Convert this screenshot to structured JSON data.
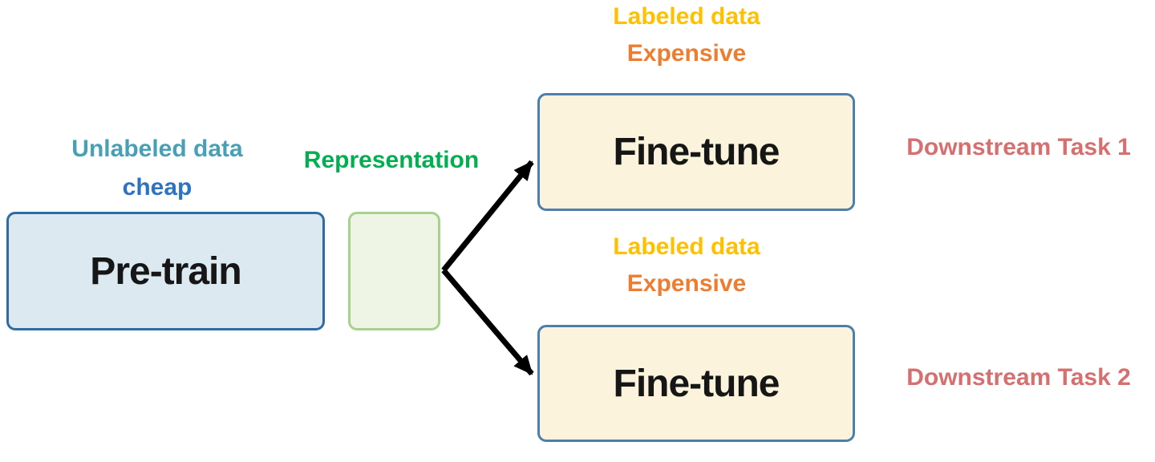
{
  "diagram": {
    "labels": {
      "unlabeled_data": "Unlabeled data",
      "cheap": "cheap",
      "representation": "Representation",
      "labeled_data_top": "Labeled data",
      "expensive_top": "Expensive",
      "labeled_data_bottom": "Labeled data",
      "expensive_bottom": "Expensive",
      "downstream_task_1": "Downstream Task 1",
      "downstream_task_2": "Downstream Task 2"
    },
    "nodes": {
      "pretrain": "Pre-train",
      "finetune_1": "Fine-tune",
      "finetune_2": "Fine-tune"
    },
    "colors": {
      "unlabeled_data_text": "#48A0B6",
      "cheap_text": "#2E73C0",
      "representation_text": "#00B050",
      "labeled_data_text": "#FFC000",
      "expensive_text": "#ED7D31",
      "downstream_task_text": "#D66F6F",
      "pretrain_fill": "#DCE9F0",
      "pretrain_border": "#2E6DA4",
      "representation_fill": "#EFF5E4",
      "representation_border": "#A9D18E",
      "finetune_fill": "#FBF3DB",
      "finetune_border": "#4E7FAC",
      "arrow": "#000000",
      "background": "#FFFFFF"
    }
  }
}
